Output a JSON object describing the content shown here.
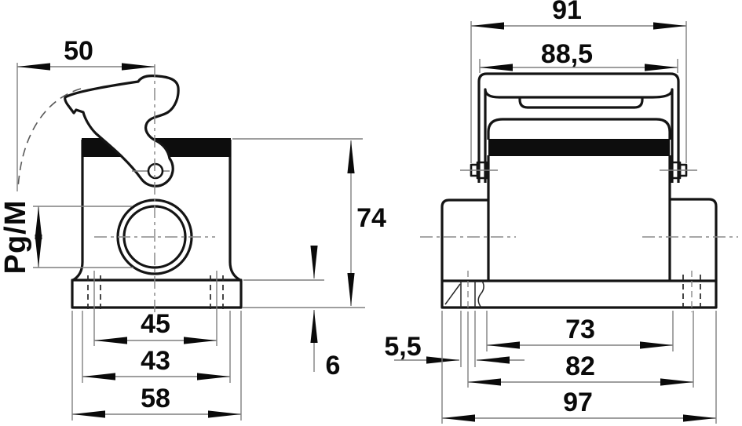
{
  "drawing": {
    "type": "technical-dimension-drawing",
    "subject": "surface-mount connector housing, side and front views",
    "colors": {
      "background": "#ffffff",
      "object_line": "#141414",
      "dimension_line": "#7f7f7f",
      "text": "#0a0a0a",
      "gasket_fill": "#0d0d0d"
    },
    "left_view": {
      "lever_swing_width": "50",
      "thread_label": "Pg/M",
      "height": "74",
      "flange_thickness": "6",
      "hole_spacing": "45",
      "body_width": "43",
      "flange_width": "58"
    },
    "right_view": {
      "pin_outer_width": "91",
      "bail_width": "88,5",
      "slot_width": "5,5",
      "body_width": "73",
      "hole_spacing": "82",
      "flange_width": "97"
    }
  }
}
